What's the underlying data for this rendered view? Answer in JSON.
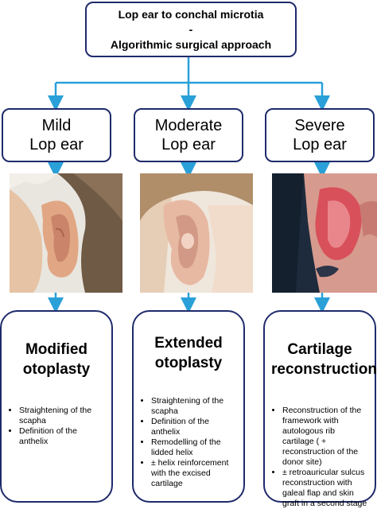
{
  "title": {
    "line1": "Lop ear to conchal microtia",
    "line2": "-",
    "line3": "Algorithmic surgical approach"
  },
  "columns": [
    {
      "severity_line1": "Mild",
      "severity_line2": "Lop ear",
      "procedure_line1": "Modified",
      "procedure_line2": "otoplasty",
      "steps": [
        "Straightening of the scapha",
        "Definition of the anthelix"
      ]
    },
    {
      "severity_line1": "Moderate",
      "severity_line2": "Lop ear",
      "procedure_line1": "Extended",
      "procedure_line2": "otoplasty",
      "steps": [
        "Straightening of the scapha",
        "Definition of the anthelix",
        "Remodelling of the lidded helix",
        "± helix reinforcement with the excised cartilage"
      ]
    },
    {
      "severity_line1": "Severe",
      "severity_line2": "Lop ear",
      "procedure_line1": "Cartilage",
      "procedure_line2": "reconstruction",
      "steps": [
        "Reconstruction of the framework with autologous rib cartilage ( + reconstruction of the donor site)",
        "± retroauricular sulcus reconstruction with galeal flap and skin graft in a second stage"
      ]
    }
  ],
  "colors": {
    "box_border": "#1f2a6b",
    "arrow": "#2aa0d8"
  }
}
